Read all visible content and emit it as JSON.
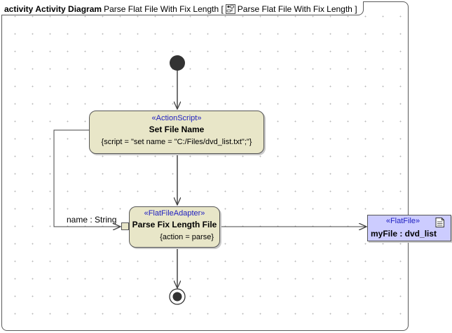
{
  "frame": {
    "keyword": "activity",
    "diagram_type": "Activity Diagram",
    "title": "Parse Flat File With Fix Length [",
    "reference": "Parse Flat File With Fix Length ]"
  },
  "nodes": {
    "set_file_name": {
      "stereotype": "«ActionScript»",
      "name": "Set File Name",
      "tagged_value": "{script = \"set name = \"C:/Files/dvd_list.txt\";\"}"
    },
    "parse_fix_length_file": {
      "stereotype": "«FlatFileAdapter»",
      "name": "Parse Fix Length File",
      "tagged_value": "{action = parse}",
      "input_pin_label": "name : String"
    },
    "my_file": {
      "stereotype": "«FlatFile»",
      "name": "myFile : dvd_list",
      "icon": "note-icon"
    }
  },
  "colors": {
    "action_fill": "#e8e6c8",
    "object_fill": "#ccccff",
    "stereotype_text": "#2020c0",
    "edge": "#444444"
  }
}
